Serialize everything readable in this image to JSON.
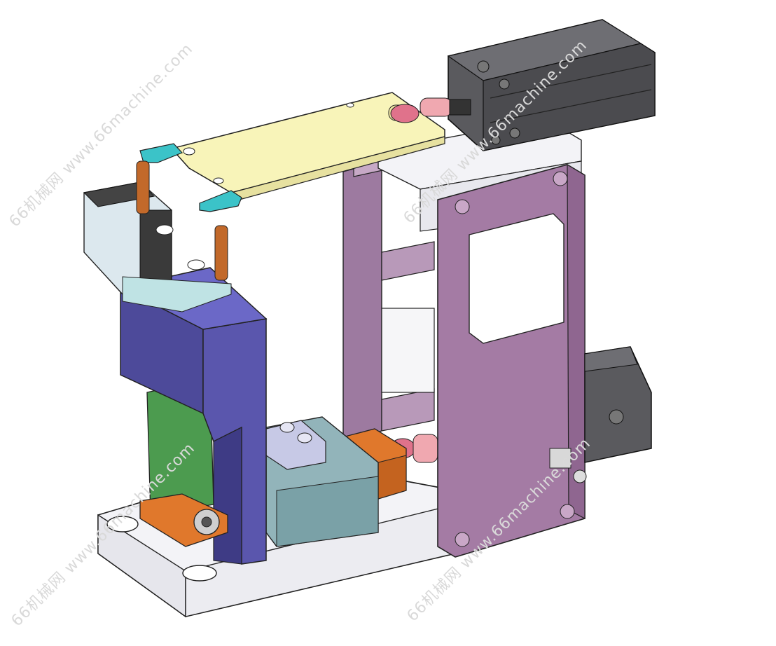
{
  "watermarks": {
    "w1": "66机械网 www.66machine.com",
    "w2": "66机械网 www.66machine.com",
    "w3": "66机械网 www.66machine.com",
    "w4": "66机械网 www.66machine.com"
  },
  "colors": {
    "base_plate": "#f4f4f8",
    "blue_block": "#4f4c9c",
    "purple_plate": "#a57aa3",
    "yellow_arm": "#f7f3b8",
    "cylinder": "#555457",
    "green_part": "#4b9a4e",
    "orange_part": "#e0782c",
    "teal_block": "#7fa3a8",
    "cyan_gripper": "#3bc2c7",
    "pin": "#c2692a",
    "nozzle": "#e79aa5"
  }
}
